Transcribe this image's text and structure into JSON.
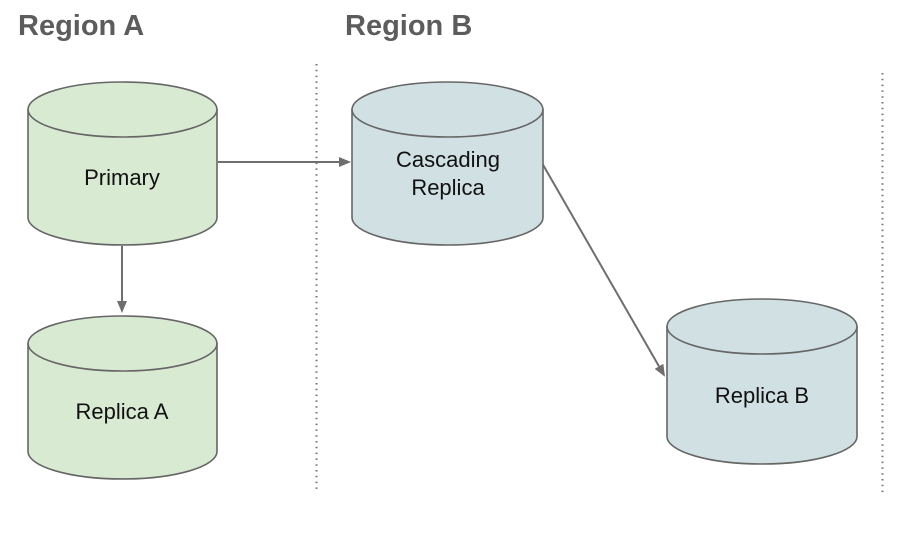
{
  "regions": [
    {
      "title": "Region A"
    },
    {
      "title": "Region B"
    }
  ],
  "nodes": [
    {
      "id": "primary",
      "label": "Primary",
      "type": "database-cylinder",
      "region": "Region A",
      "fill": "#d9ead3"
    },
    {
      "id": "replica-a",
      "label": "Replica A",
      "type": "database-cylinder",
      "region": "Region A",
      "fill": "#d9ead3"
    },
    {
      "id": "cascading-replica",
      "label": "Cascading Replica",
      "type": "database-cylinder",
      "region": "Region B",
      "fill": "#d0e0e3"
    },
    {
      "id": "replica-b",
      "label": "Replica B",
      "type": "database-cylinder",
      "region": "Region B",
      "fill": "#d0e0e3"
    }
  ],
  "edges": [
    {
      "from": "Primary",
      "to": "Cascading Replica"
    },
    {
      "from": "Primary",
      "to": "Replica A"
    },
    {
      "from": "Cascading Replica",
      "to": "Replica B"
    }
  ],
  "colors": {
    "background": "#ffffff",
    "node_green": "#d9ead3",
    "node_blue": "#d0e0e3",
    "outline": "#666666",
    "arrow": "#6e6e6e",
    "divider": "#757575",
    "region_title": "#5c5c5c",
    "label_text": "#111111"
  }
}
